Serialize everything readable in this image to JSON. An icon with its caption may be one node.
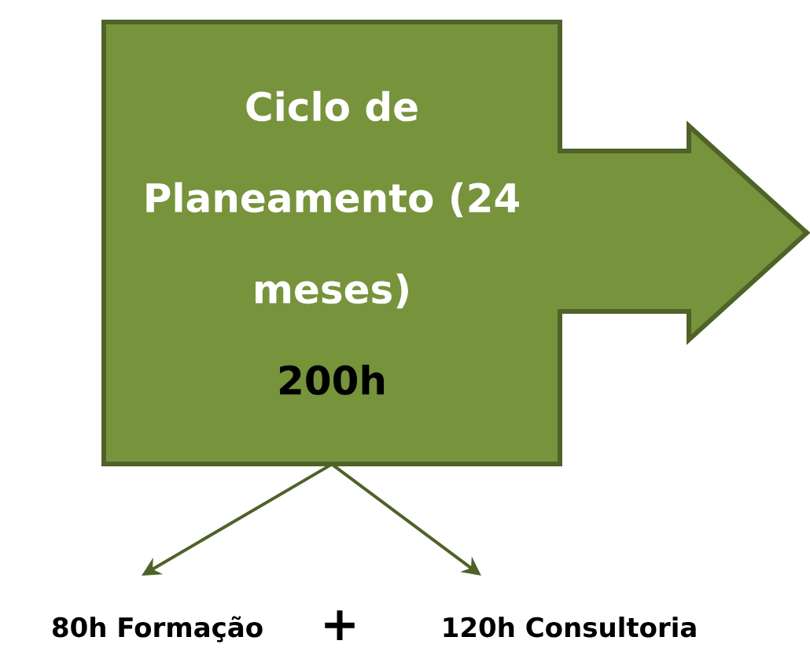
{
  "diagram": {
    "nodes": [
      {
        "text": [
          "Ciclo de Planeamento (24 meses)",
          "200h"
        ]
      },
      {
        "text": [
          "80h Formação"
        ]
      },
      {
        "text": [
          "120h Consultoria"
        ]
      }
    ],
    "edges": [
      {
        "from": 0,
        "to": 1,
        "arrow": "to",
        "color": "#4f6228"
      },
      {
        "from": 0,
        "to": 2,
        "arrow": "to",
        "color": "#4f6228"
      }
    ],
    "labels": [
      "+"
    ]
  }
}
